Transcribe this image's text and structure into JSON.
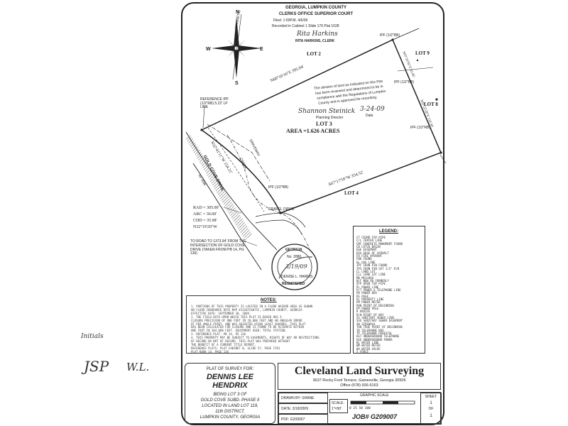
{
  "recording_stamp": {
    "line1": "GEORGIA, LUMPKIN COUNTY",
    "line2": "CLERKS OFFICE SUPERIOR COURT",
    "filed": "Filed: 1:00P.M. 4/6/09",
    "recorded": "Recorded in Cabinet 1 Slide 176 Plat 1028",
    "clerk_signature": "Rita Harkins",
    "clerk_name": "RITA HARKINS, CLERK"
  },
  "compass": {
    "north": "N",
    "south": "S",
    "east": "E",
    "west": "W",
    "magnetic_label": "MAGNETIC"
  },
  "lots": {
    "lot2": "LOT 2",
    "lot3": "LOT 3",
    "lot3_area": "AREA =1.626 ACRES",
    "lot4": "LOT 4",
    "lot8": "LOT 8",
    "lot9": "LOT 9"
  },
  "bearings": {
    "north_line": "N68°16'16\"E 395.04'",
    "south_line": "S67°17'58\"W 354.52'",
    "east_upper": "S05°26'56\"E 82.85'",
    "east_lower": "S05°25'28\"E 110.30'",
    "west_line": "N32°41'11\"W 154.21'"
  },
  "pins": {
    "ipf_1": "IPF (1/2\"RB)",
    "ipf_2": "IPF (1/2\"RB)",
    "ipf_3": "IPF (1/2\"RB)",
    "ipf_4": "IPF (1/2\"RB)",
    "reference": "REFERENCE IPF (1/2\"RB) 5.22' LP LINE"
  },
  "approval": {
    "text1": "The division of land as indicated on this Plat",
    "text2": "has been reviewed and determined to be in",
    "text3": "compliance with the Regulations of Lumpkin",
    "text4": "County and is approved for recording.",
    "signature": "Shannon Steinick",
    "date_sig": "3-24-09",
    "title": "Planning Director",
    "date_label": "Date"
  },
  "curve": {
    "rad": "RAD = 305.00'",
    "arc": "ARC = 36.00'",
    "chd": "CHD = 35.98'",
    "bearing": "N32°19'20\"W"
  },
  "road": {
    "name": "GOLD COVE DRIVE",
    "row": "50' R/W",
    "reference_note": "TO ROAD TO 1373.94' FROM THE INTERSECTION OF GOLD COVE DRIVE (TAKEN FROM PB 14, PG 136)"
  },
  "map_labels": {
    "creek": "CREEK",
    "gravel_drive": "GRAVEL DRIVE",
    "driveway": "DRIVEWAY"
  },
  "seal": {
    "ring_top": "GEORGIA",
    "ring_bottom": "REGISTERED",
    "number": "No. 2880",
    "date": "3/19/09",
    "name": "DENISE L. HARRIS"
  },
  "notes": {
    "title": "NOTES:",
    "lines": [
      "1. PORTIONS OF THIS PROPERTY IS LOCATED IN A FLOOD HAZARD AREA AS SHOWN",
      "ON FLOOD INSURANCE RATE MAP #13187C0075C, LUMPKIN COUNTY, GEORGIA",
      "EFFECTIVE DATE: SEPTEMBER 30, 2009.",
      "2. THE FIELD DATA UPON WHICH THIS PLAT IS BASED HAS A",
      "CLOSURE PRECISION OF ONE FOOT IN 20,000 FEET AND AN ANGULAR ERROR",
      "OF PER ANGLE POINT, AND WAS ADJUSTED USING LEAST SQUARES. THIS PLAT",
      "HAS BEEN CALCULATED FOR CLOSURE AND IS FOUND TO BE ACCURATE WITHIN",
      "ONE FOOT IN 184,000 FEET. EQUIPMENT USED: TOTAL STATION.",
      "3. REFERENCE PLAT: PB 14, PG 136",
      "4. THIS PROPERTY MAY BE SUBJECT TO EASEMENTS, RIGHTS OF WAY OR RESTRICTIONS",
      "OF RECORD OR NOT OF RECORD. THIS PLAT WAS PREPARED WITHOUT",
      "THE BENEFIT OF A CURRENT TITLE REPORT.",
      "REFERENCE PLATS: PLAT CABINET B, SLIDE 57, PAGE 1781",
      "PLAT BOOK 14, PAGE 136"
    ]
  },
  "legend": {
    "title": "LEGEND:",
    "items": [
      "CT     CRIMP TOP PIPE",
      "C/L    CENTER LINE",
      "CMF    CONCRETE MONUMENT FOUND",
      "CB     CATCH BASIN",
      "E&E    EASEMENT",
      "EOA    EDGE OF ASPHALT",
      "FH     FIRE HYDRANT",
      "FND    FOUND",
      "GL     GAS LINE",
      "IPF    IRON PIN FOUND",
      "IPS    IRON PIN SET 1/2\" R/B",
      "LL     LAND LOT",
      "LLL    LAND LOT LINE",
      "MB     MAILBOX",
      "N/F    NOW OR FORMERLY",
      "OTP    OPEN TOP PIPE",
      "PL     POWER LINE",
      "P/T    POWER & TELEPHONE LINE",
      "PB     POWER BOX",
      "PG     PAGE",
      "PL     PROPERTY LINE",
      "PM     POWER METER",
      "POB    POINT OF BEGINNING",
      "PP     POWER POLE",
      "R      RADIUS",
      "R/W    RIGHT OF WAY",
      "SS     SANITARY SEWER LINE",
      "SSE    SANITARY SEWER EASEMENT",
      "SW     SIDEWALK",
      "TOB    TRUE POINT OF BEGINNING",
      "TB     TELEPHONE BOX",
      "TP     TELEPHONE PEDESTAL",
      "UGT    UNDERGROUND TELEPHONE",
      "UGE    UNDERGROUND POWER",
      "WL     WATER LINE",
      "WM     WATER METER",
      "WV     WATER VALVE",
      "X      FENCE"
    ]
  },
  "plat_for": {
    "heading": "PLAT OF SURVEY FOR:",
    "owner_line1": "DENNIS LEE",
    "owner_line2": "HENDRIX",
    "desc1": "BEING LOT 3 OF",
    "desc2": "GOLD COVE SUBD. PHASE II",
    "desc3": "LOCATED IN LAND LOT 119,",
    "desc4": "11th DISTRICT,",
    "desc5": "LUMPKIN COUNTY, GEORGIA"
  },
  "company": {
    "name": "Cleveland Land Surveying",
    "address": "3637 Rocky Ford Terrace, Gainesville, Georgia 30506",
    "phone": "Office (678) 936-5163"
  },
  "info": {
    "drawn_by": "DRAWN BY: SHANE",
    "date": "DATE: 3/18/2009",
    "pdf": "PDF: G209007",
    "graphic_scale": "GRAPHIC SCALE",
    "scale_label": "SCALE:",
    "scale_value": "1\"=50'",
    "scale_ticks": "0   25   50        100",
    "job": "JOB# G209007",
    "sheet_label": "SHEET",
    "sheet_num": "1",
    "of": "OF",
    "sheet_total": "1"
  },
  "margin_notes": {
    "initials_label": "Initials",
    "initial1": "JSP",
    "initial2": "W.L."
  },
  "colors": {
    "ink": "#222222",
    "paper": "#ffffff"
  }
}
